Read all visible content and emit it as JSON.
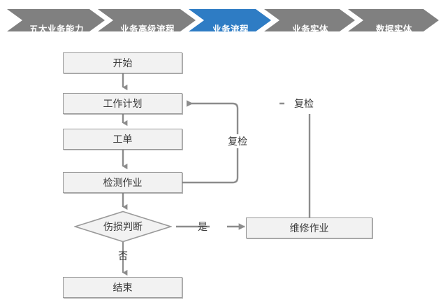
{
  "breadcrumb": {
    "active_color": "#2e7cc4",
    "inactive_color": "#808080",
    "items": [
      {
        "label": "五大业务能力",
        "active": false
      },
      {
        "label": "业务高级流程",
        "active": false
      },
      {
        "label": "业务流程",
        "active": true
      },
      {
        "label": "业务实体",
        "active": false
      },
      {
        "label": "数据实体",
        "active": false
      }
    ]
  },
  "flowchart": {
    "node_fill": "#f2f2f2",
    "node_border": "#9a9a9a",
    "connector_color": "#8c8c8c",
    "nodes": [
      {
        "id": "start",
        "label": "开始"
      },
      {
        "id": "work-plan",
        "label": "工作计划"
      },
      {
        "id": "work-order",
        "label": "工单"
      },
      {
        "id": "inspection",
        "label": "检测作业"
      },
      {
        "id": "decision",
        "label": "伤损判断"
      },
      {
        "id": "repair",
        "label": "维修作业"
      },
      {
        "id": "end",
        "label": "结束"
      }
    ],
    "edge_labels": [
      {
        "id": "yes",
        "label": "是"
      },
      {
        "id": "no",
        "label": "否"
      },
      {
        "id": "recheck-inner",
        "label": "复检"
      },
      {
        "id": "recheck-outer",
        "label": "复检"
      }
    ]
  }
}
